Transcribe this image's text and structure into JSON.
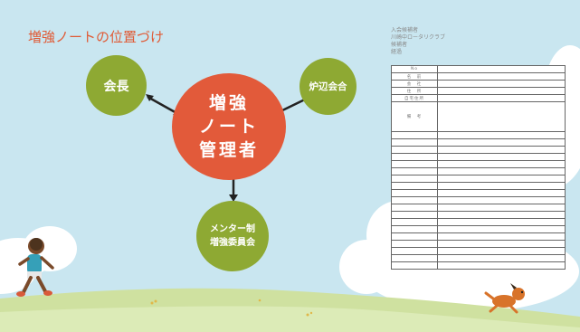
{
  "title": "増強ノートの位置づけ",
  "nodes": {
    "center": {
      "line1": "増強",
      "line2": "ノート",
      "line3": "管理者"
    },
    "president": {
      "label": "会長"
    },
    "fireside": {
      "label": "炉辺会合"
    },
    "mentor": {
      "line1": "メンター制",
      "line2": "増強委員会"
    }
  },
  "form": {
    "heading": "入会候補者",
    "club": "川崎中ロータリクラブ",
    "line2": "候補者",
    "line3": "経過",
    "row_labels": [
      "No",
      "名　前",
      "会　社",
      "住　所",
      "自宅住所"
    ],
    "remarks_label": "備　考"
  },
  "colors": {
    "title": "#e05a35",
    "center_node": "#e25a3a",
    "outer_node": "#8ea933",
    "sky": "#c9e6f0",
    "grass": "#cfe1a0"
  }
}
